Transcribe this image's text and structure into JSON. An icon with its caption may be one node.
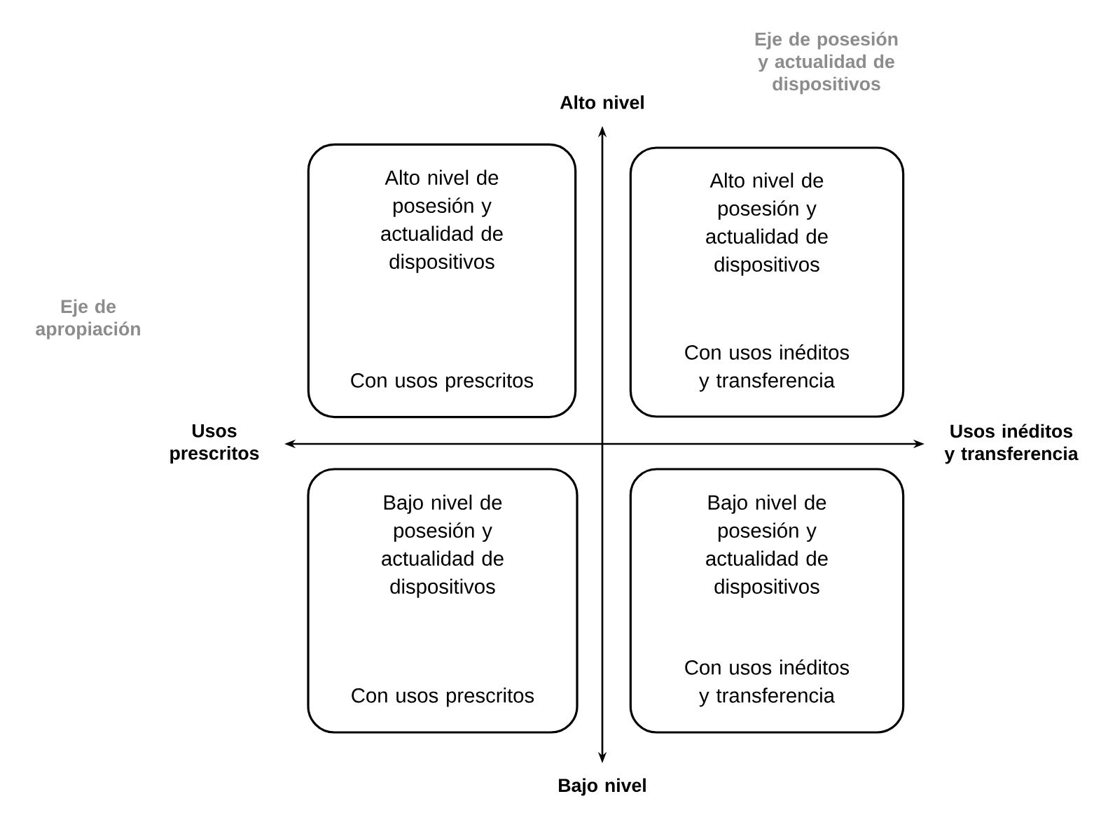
{
  "diagram": {
    "nodes": [
      {
        "text": [
          "Alto nivel de posesión y actualidad de dispositivos",
          "Con usos prescritos"
        ]
      },
      {
        "text": [
          "Alto nivel de posesión y actualidad de dispositivos",
          "Con usos inéditos y transferencia"
        ]
      },
      {
        "text": [
          "Bajo nivel de posesión y actualidad de dispositivos",
          "Con usos prescritos"
        ]
      },
      {
        "text": [
          "Bajo nivel de posesión y actualidad de dispositivos",
          "Con usos inéditos y transferencia"
        ]
      }
    ],
    "labels": [
      "Eje de posesión y actualidad de dispositivos",
      "Alto nivel",
      "Eje de apropiación",
      "Usos prescritos",
      "Usos inéditos y transferencia",
      "Bajo nivel"
    ]
  }
}
